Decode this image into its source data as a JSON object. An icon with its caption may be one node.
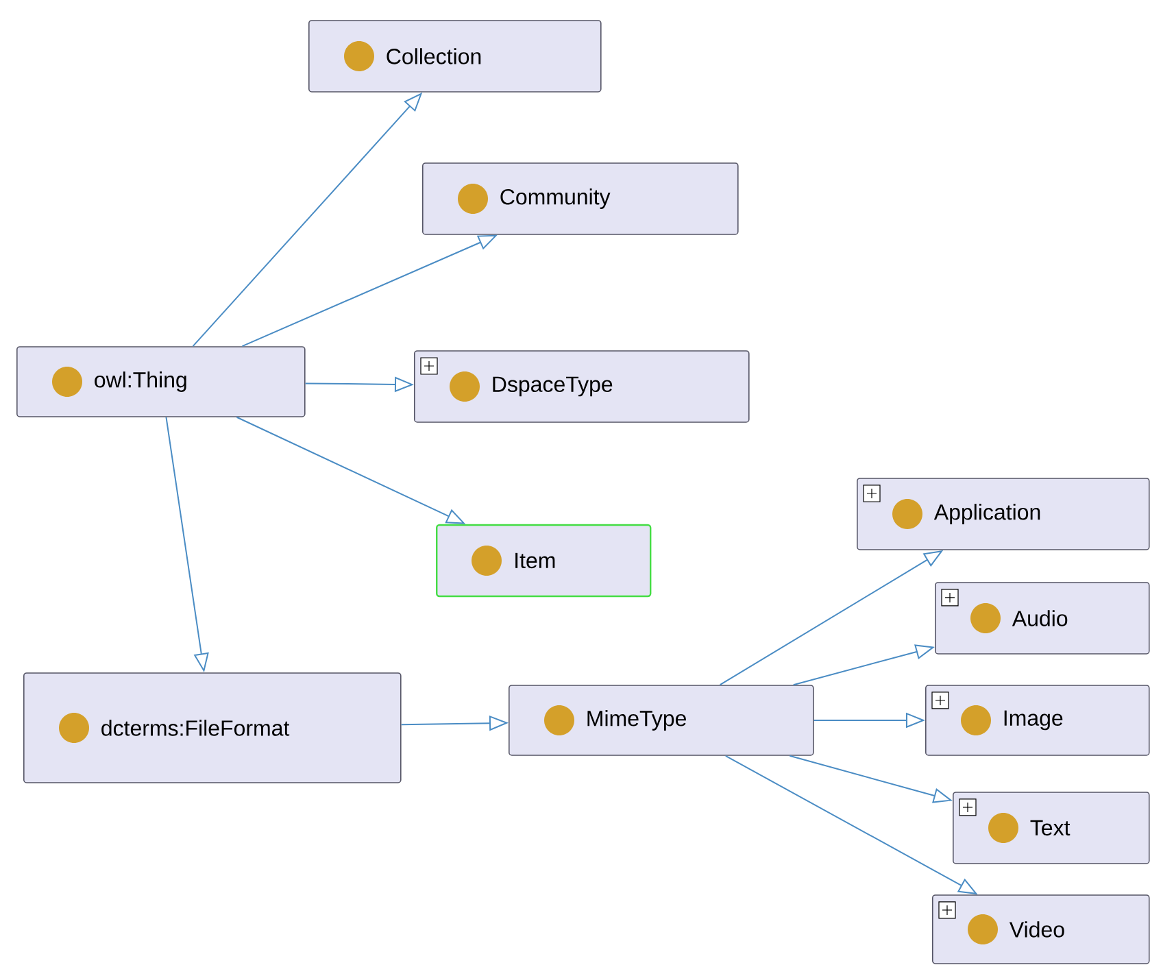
{
  "diagram": {
    "nodes": [
      {
        "text": [
          "Collection"
        ]
      },
      {
        "text": [
          "Community"
        ]
      },
      {
        "text": [
          "owl:Thing"
        ]
      },
      {
        "text": [
          "DspaceType"
        ]
      },
      {
        "text": [
          "Item"
        ]
      },
      {
        "text": [
          "dcterms:FileFormat"
        ]
      },
      {
        "text": [
          "MimeType"
        ]
      },
      {
        "text": [
          "Application"
        ]
      },
      {
        "text": [
          "Audio"
        ]
      },
      {
        "text": [
          "Image"
        ]
      },
      {
        "text": [
          "Text"
        ]
      },
      {
        "text": [
          "Video"
        ]
      }
    ],
    "edges": [
      {
        "from": 2,
        "to": 0,
        "arrow": "to"
      },
      {
        "from": 2,
        "to": 1,
        "arrow": "to"
      },
      {
        "from": 2,
        "to": 3,
        "arrow": "to"
      },
      {
        "from": 2,
        "to": 4,
        "arrow": "to"
      },
      {
        "from": 2,
        "to": 5,
        "arrow": "to"
      },
      {
        "from": 5,
        "to": 6,
        "arrow": "to"
      },
      {
        "from": 6,
        "to": 7,
        "arrow": "to"
      },
      {
        "from": 6,
        "to": 8,
        "arrow": "to"
      },
      {
        "from": 6,
        "to": 9,
        "arrow": "to"
      },
      {
        "from": 6,
        "to": 10,
        "arrow": "to"
      },
      {
        "from": 6,
        "to": 11,
        "arrow": "to"
      }
    ]
  }
}
